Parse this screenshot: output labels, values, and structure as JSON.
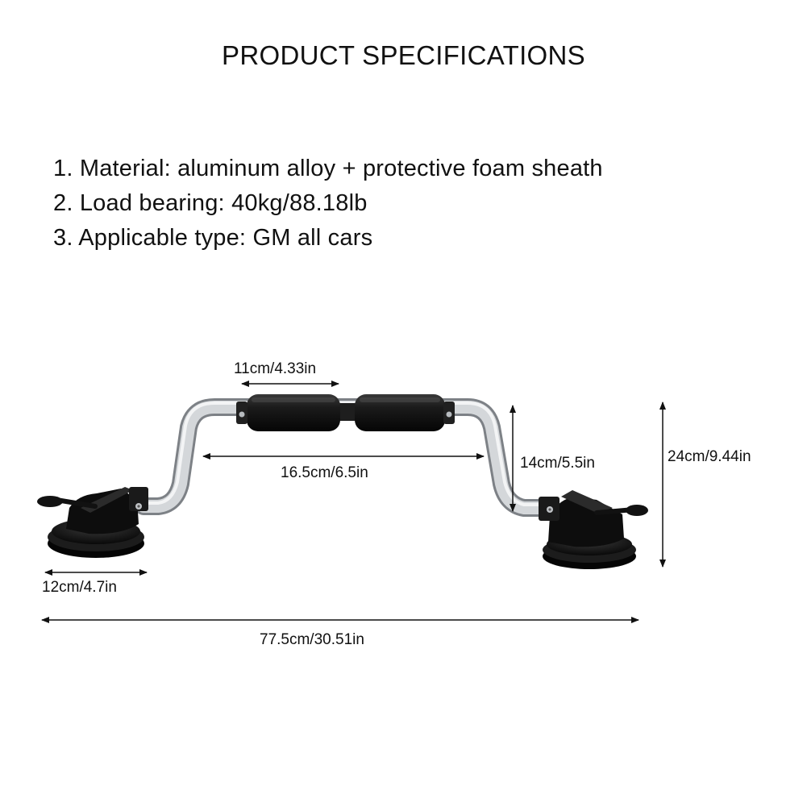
{
  "title": "PRODUCT SPECIFICATIONS",
  "specs": [
    "1. Material: aluminum alloy + protective foam sheath",
    "2. Load bearing: 40kg/88.18lb",
    "3. Applicable type: GM all cars"
  ],
  "dimensions": {
    "foam_length": "11cm/4.33in",
    "bar_span": "16.5cm/6.5in",
    "riser_height": "14cm/5.5in",
    "total_height": "24cm/9.44in",
    "cup_diameter": "12cm/4.7in",
    "total_length": "77.5cm/30.51in"
  },
  "colors": {
    "foam": "#1a1a1a",
    "tube": "#c9ccd0",
    "suction_cup": "#101010",
    "arrow": "#111111"
  }
}
